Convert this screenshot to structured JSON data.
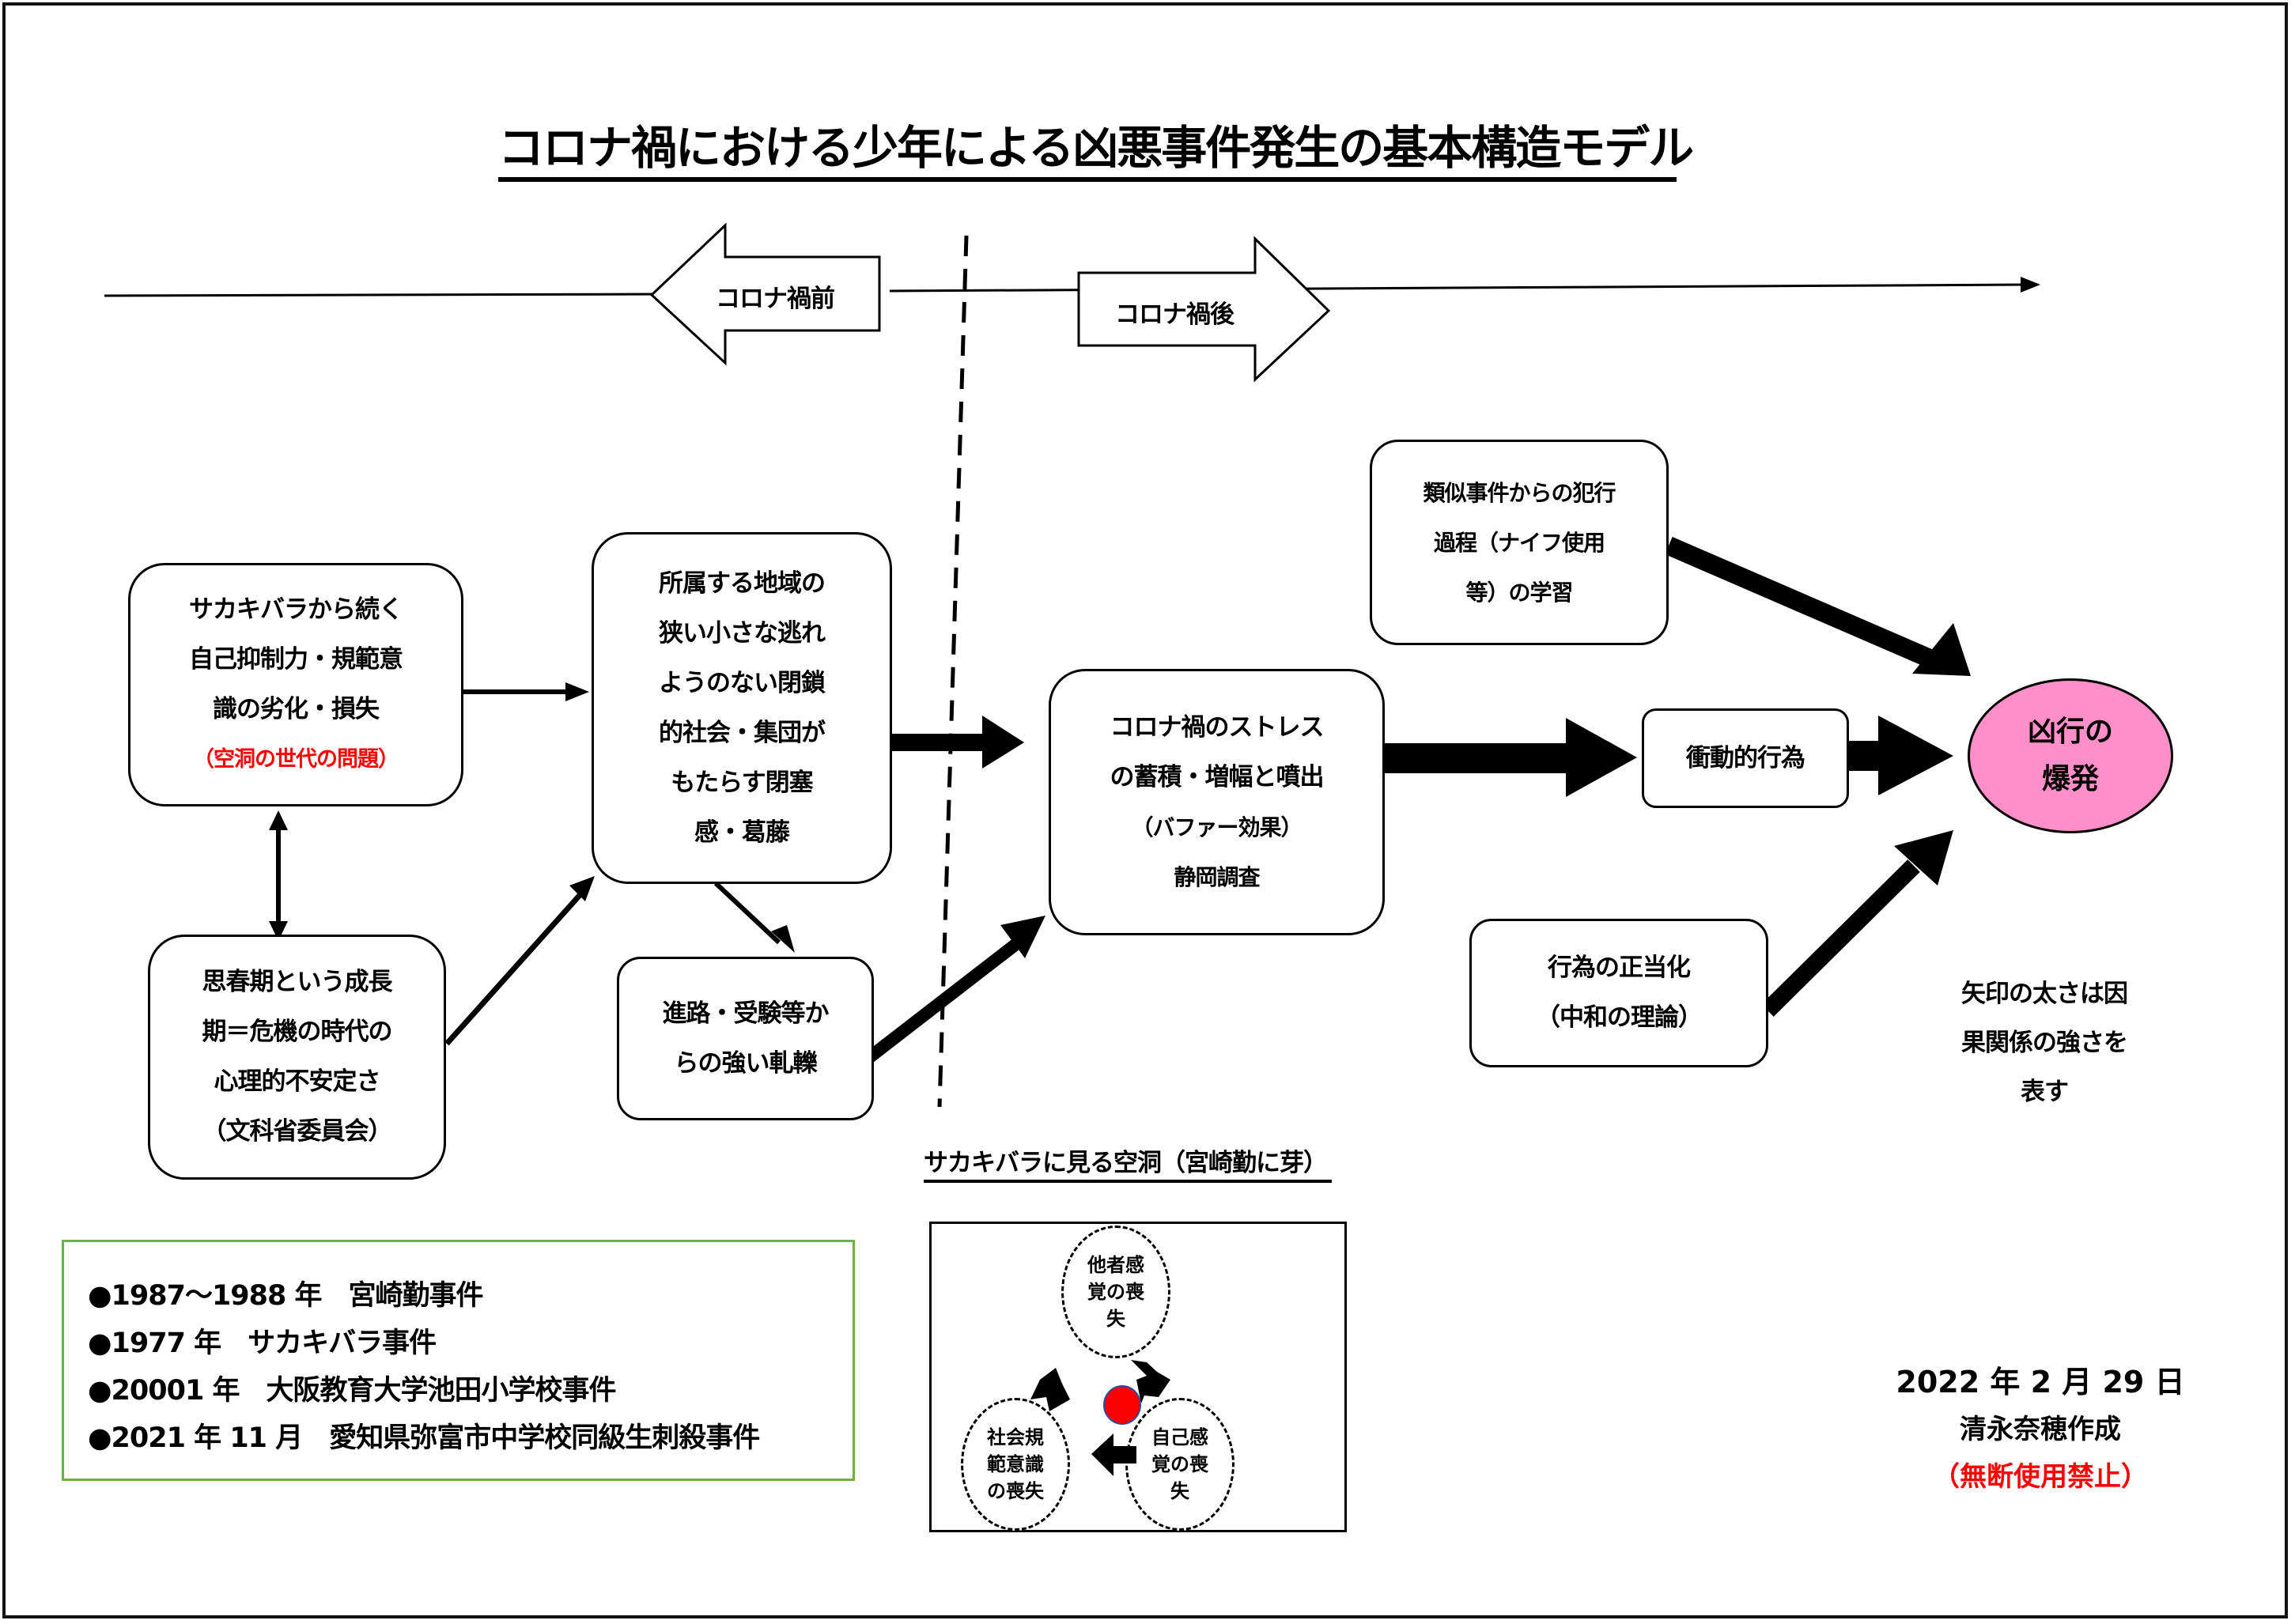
{
  "title": "コロナ禍における少年による凶悪事件発生の基本構造モデル",
  "timeline": {
    "before_label": "コロナ禍前",
    "after_label": "コロナ禍後"
  },
  "nodes": {
    "self_control": {
      "lines": [
        "サカキバラから続く",
        "自己抑制力・規範意",
        "識の劣化・損失"
      ],
      "note": "（空洞の世代の問題）"
    },
    "adolescence": {
      "lines": [
        "思春期という成長",
        "期＝危機の時代の",
        "心理的不安定さ",
        "（文科省委員会）"
      ]
    },
    "closed_society": {
      "lines": [
        "所属する地域の",
        "狭い小さな逃れ",
        "ようのない閉鎖",
        "的社会・集団が",
        "もたらす閉塞",
        "感・葛藤"
      ]
    },
    "pressure": {
      "lines": [
        "進路・受験等か",
        "らの強い軋轢"
      ]
    },
    "stress": {
      "lines": [
        "コロナ禍のストレス",
        "の蓄積・増幅と噴出",
        "（バファー効果）",
        "静岡調査"
      ]
    },
    "imitation": {
      "lines": [
        "類似事件からの犯行",
        "過程（ナイフ使用",
        "等）の学習"
      ]
    },
    "impulsive": {
      "lines": [
        "衝動的行為"
      ]
    },
    "justification": {
      "lines": [
        "行為の正当化",
        "（中和の理論）"
      ]
    },
    "outbreak": {
      "lines": [
        "凶行の",
        "爆発"
      ]
    }
  },
  "arrow_note": {
    "lines": [
      "矢印の太さは因",
      "果関係の強さを",
      "表す"
    ]
  },
  "events": [
    "●1987～1988 年　宮崎勤事件",
    "●1977 年　サカキバラ事件",
    "●20001 年　大阪教育大学池田小学校事件",
    "●2021 年 11 月　愛知県弥富市中学校同級生刺殺事件"
  ],
  "hollow_diagram": {
    "title": "サカキバラに見る空洞（宮崎勤に芽）",
    "circles": [
      {
        "lines": [
          "他者感",
          "覚の喪",
          "失"
        ]
      },
      {
        "lines": [
          "社会規",
          "範意識",
          "の喪失"
        ]
      },
      {
        "lines": [
          "自己感",
          "覚の喪",
          "失"
        ]
      }
    ],
    "center_color": "#ff0000"
  },
  "credit": {
    "date": "2022 年 2 月 29 日",
    "author": "清永奈穂作成",
    "copyright": "（無断使用禁止）"
  },
  "colors": {
    "outbreak_fill": "#ff8fc8",
    "warning_red": "#ff0000",
    "events_border": "#6ab04c"
  }
}
